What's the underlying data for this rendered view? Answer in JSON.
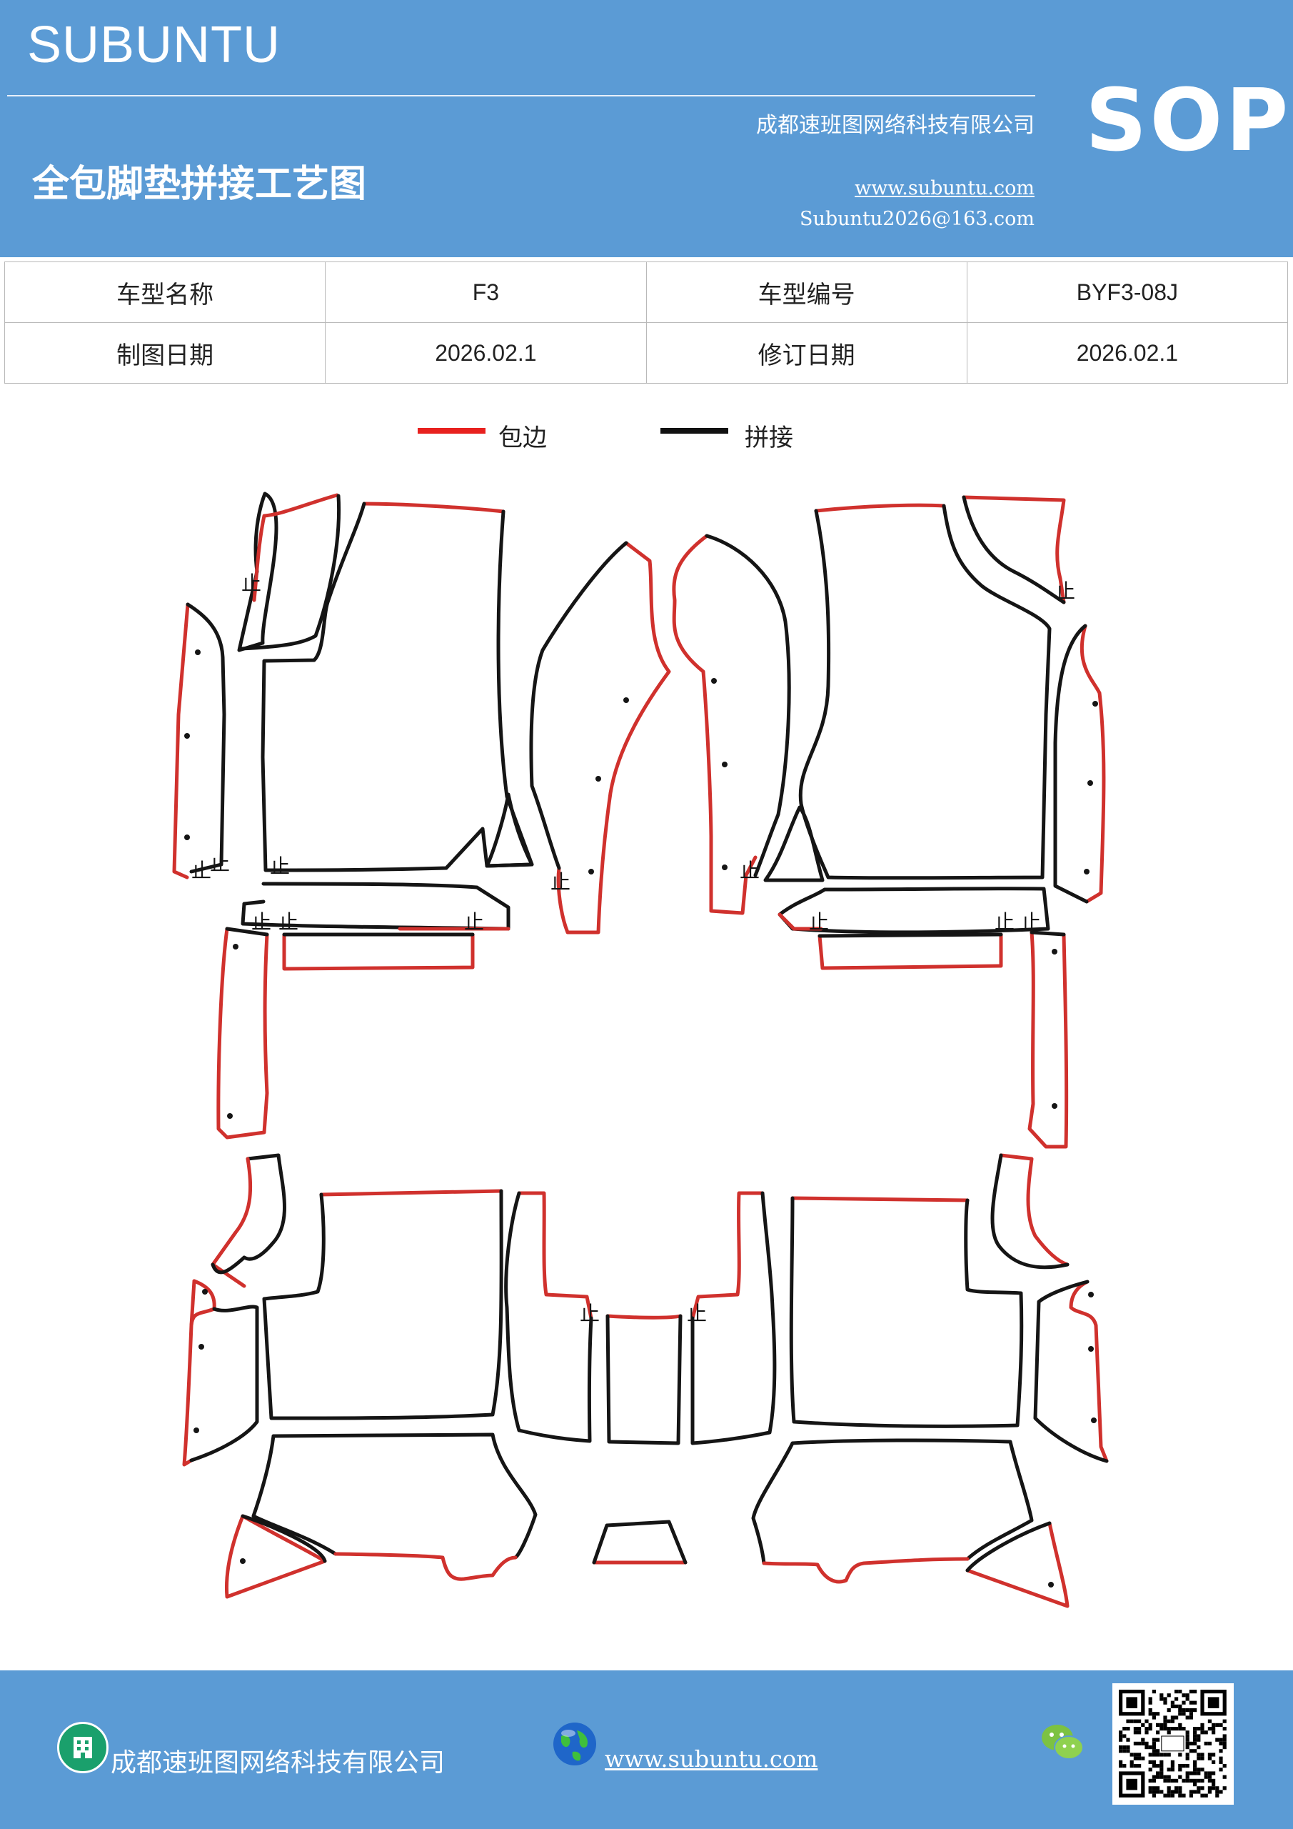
{
  "header": {
    "brand": "SUBUNTU",
    "company": "成都速班图网络科技有限公司",
    "title": "全包脚垫拼接工艺图",
    "website": "www.subuntu.com",
    "email": "Subuntu2026@163.com",
    "badge": "SOP"
  },
  "info": {
    "model_name_label": "车型名称",
    "model_name_value": "F3",
    "model_code_label": "车型编号",
    "model_code_value": "BYF3-08J",
    "draw_date_label": "制图日期",
    "draw_date_value": "2026.02.1",
    "revise_date_label": "修订日期",
    "revise_date_value": "2026.02.1"
  },
  "legend": {
    "binding_label": "包边",
    "binding_color": "#e8211f",
    "splice_label": "拼接",
    "splice_color": "#111111"
  },
  "diagram": {
    "stop_mark": "止",
    "edge_colors": {
      "binding": "#d0312d",
      "splice": "#151515"
    }
  },
  "footer": {
    "company": "成都速班图网络科技有限公司",
    "website": "www.subuntu.com "
  },
  "icons": [
    "building-icon",
    "globe-icon",
    "wechat-icon",
    "qr-code"
  ]
}
